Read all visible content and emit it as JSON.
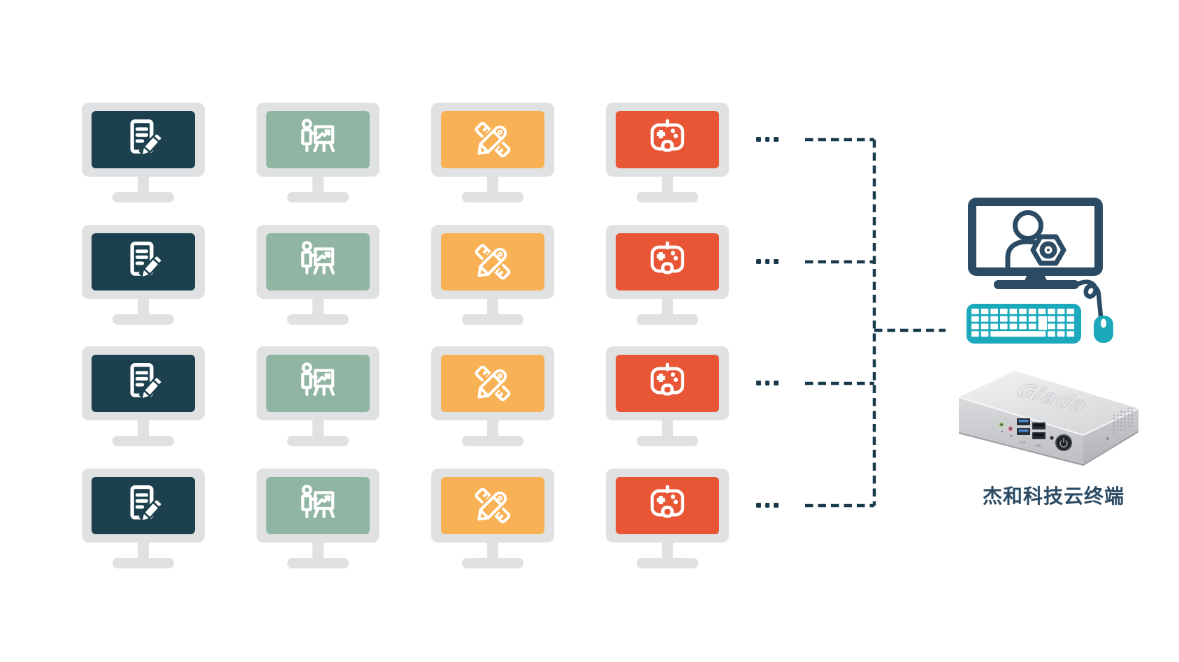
{
  "colors": {
    "navy": "#1c404d",
    "green": "#90b5a2",
    "orange": "#f9b156",
    "red": "#e85636",
    "bezel": "#e0e1e3",
    "line": "#17394a",
    "teal": "#1ba9bb",
    "monitor_navy": "#2b4a63",
    "label_navy": "#2b4a63"
  },
  "grid": {
    "rows": 4,
    "row_ellipsis": "...",
    "columns": [
      {
        "id": "documents",
        "icon": "document-edit-icon",
        "screen_color": "#1c404d"
      },
      {
        "id": "presentation",
        "icon": "presentation-chart-icon",
        "screen_color": "#90b5a2"
      },
      {
        "id": "design",
        "icon": "ruler-pencil-icon",
        "screen_color": "#f9b156"
      },
      {
        "id": "gaming",
        "icon": "gamepad-icon",
        "screen_color": "#e85636"
      }
    ]
  },
  "admin_station": {
    "monitor_icon": "user-gear-icon",
    "peripherals": [
      "keyboard",
      "mouse"
    ]
  },
  "terminal": {
    "label": "杰和科技云终端",
    "device_logo": "Giada",
    "port_labels": [
      "USB",
      "USB"
    ]
  }
}
